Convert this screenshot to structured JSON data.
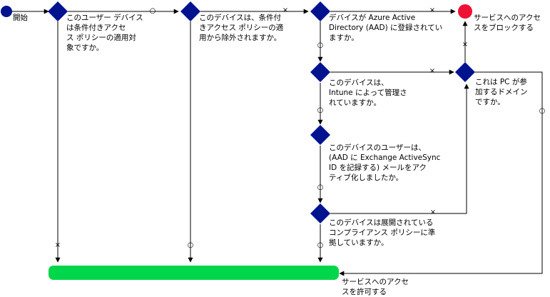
{
  "nodes": {
    "start": {
      "label": "開始",
      "color": "#00138f"
    },
    "q1": {
      "label": "このユーザー デバイス\nは条件付きアクセ\nス ポリシーの適用対\n象ですか。"
    },
    "q2": {
      "label": "このデバイスは、条件付\nきアクセス ポリシーの適\n用から除外されますか。"
    },
    "q3": {
      "label": "デバイスが Azure Active\nDirectory (AAD) に登録されてい\nますか。"
    },
    "q4": {
      "label": "このデバイスは、\nIntune によって管理さ\nれていますか。"
    },
    "q5": {
      "label": "このデバイスのユーザーは、\n(AAD に Exchange ActiveSync\nID を記録する) メールをアク\nティブ化しましたか。"
    },
    "q6": {
      "label": "このデバイスは展開されている\nコンプライアンス ポリシーに準\n拠していますか。"
    },
    "q7": {
      "label": "これは PC が参\n加するドメイン\nですか。"
    },
    "block": {
      "label": "サービスへのアクセ\nスをブロックする",
      "color": "#ee1133"
    },
    "allow": {
      "label": "サービスへのアクセ\nスを許可する",
      "color": "#00d64a"
    }
  },
  "marks": {
    "yes": "○",
    "no": "×"
  },
  "colors": {
    "diamond": "#00138f",
    "line": "#000000"
  }
}
